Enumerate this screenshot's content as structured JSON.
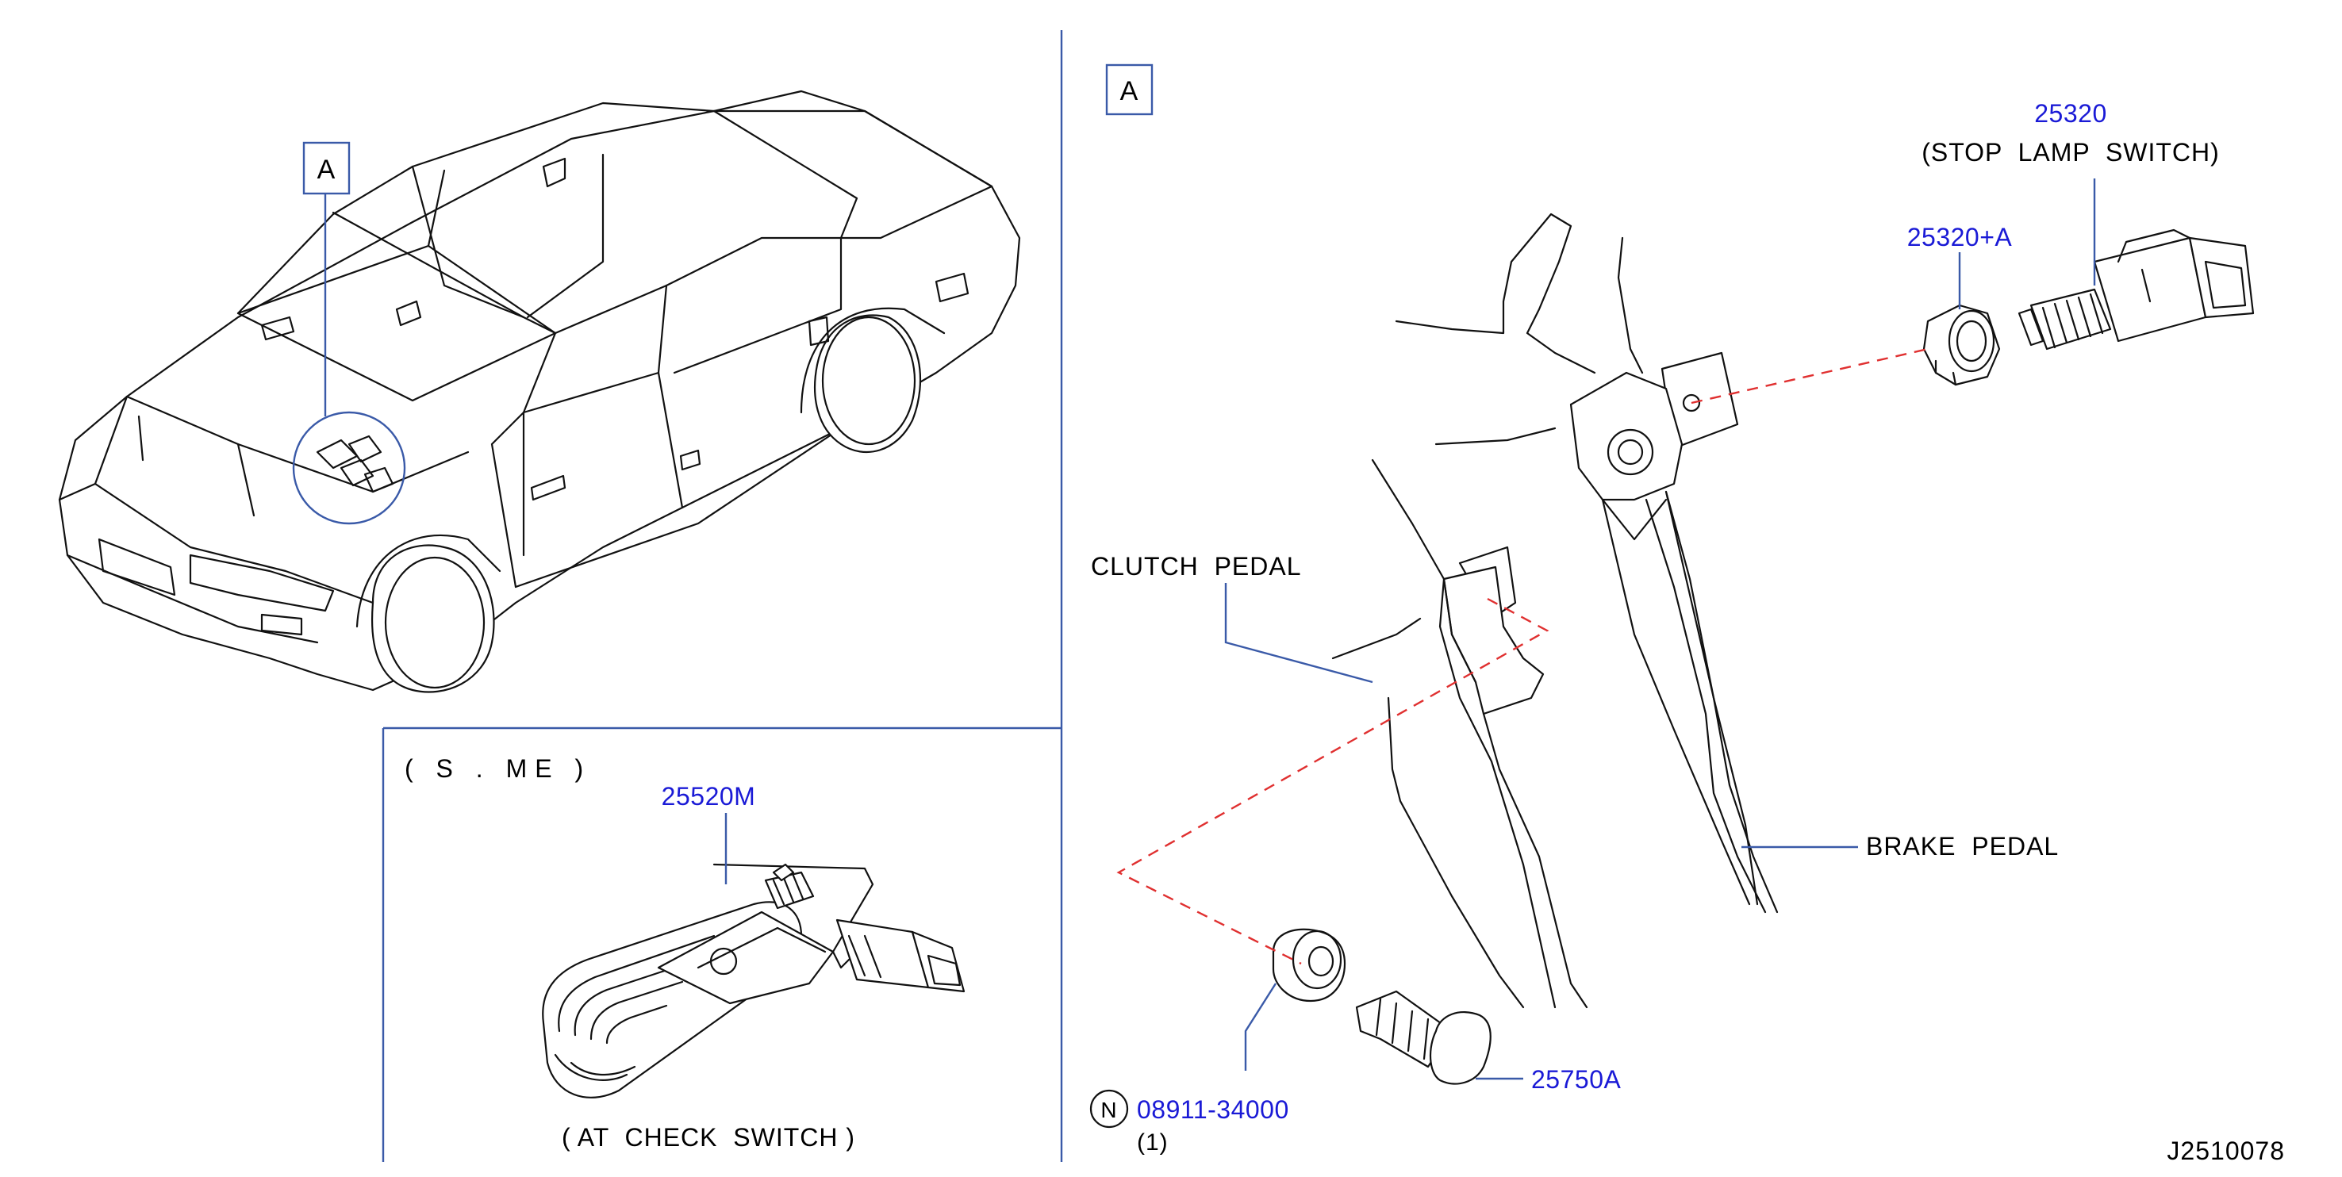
{
  "colors": {
    "part_number": "#1a1ad6",
    "divider": "#3a5aa8",
    "leader": "#3a5aa8",
    "dashed_line": "#e03030",
    "ink": "#111111"
  },
  "car_view": {
    "ref_label": "A"
  },
  "detail_a": {
    "ref_label": "A",
    "stop_lamp_switch": {
      "part_number": "25320",
      "name": "(STOP  LAMP  SWITCH)"
    },
    "switch_nut": {
      "part_number": "25320+A"
    },
    "clutch_pedal_label": "CLUTCH  PEDAL",
    "brake_pedal_label": "BRAKE  PEDAL",
    "stopper": {
      "part_number": "25750A"
    },
    "nut": {
      "symbol": "N",
      "part_number": "08911-34000",
      "quantity": "(1)"
    }
  },
  "smt_view": {
    "variant": "( S . ME )",
    "part_number": "25520M",
    "name": "( AT  CHECK  SWITCH )"
  },
  "diagram_code": "J2510078"
}
